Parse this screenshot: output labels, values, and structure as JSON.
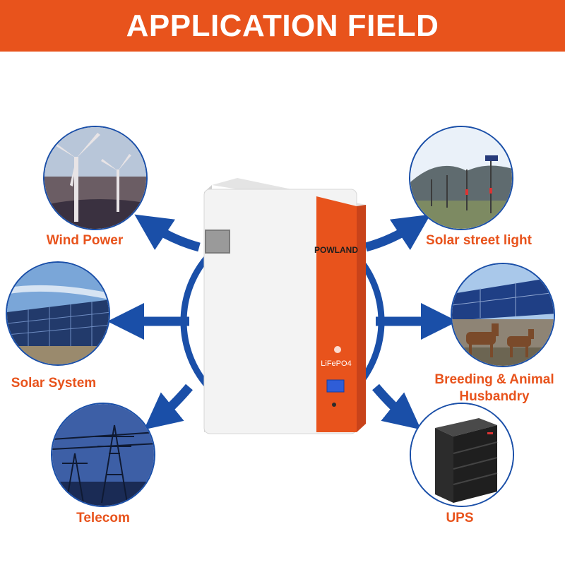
{
  "header": {
    "title": "APPLICATION FIELD"
  },
  "product": {
    "brand": "POWLAND",
    "chemistry": "LiFePO4",
    "body_color": "#f3f3f3",
    "stripe_color": "#e8531c"
  },
  "applications": [
    {
      "label": "Wind Power",
      "icon": "wind-turbine-icon"
    },
    {
      "label": "Solar System",
      "icon": "solar-panel-icon"
    },
    {
      "label": "Telecom",
      "icon": "power-tower-icon"
    },
    {
      "label": "Solar street light",
      "icon": "street-light-icon"
    },
    {
      "label": "Breeding & Animal",
      "label2": "Husbandry",
      "icon": "horse-icon"
    },
    {
      "label": "UPS",
      "icon": "server-cabinet-icon"
    }
  ],
  "colors": {
    "accent": "#e8531c",
    "arrow": "#1a4fa8"
  }
}
